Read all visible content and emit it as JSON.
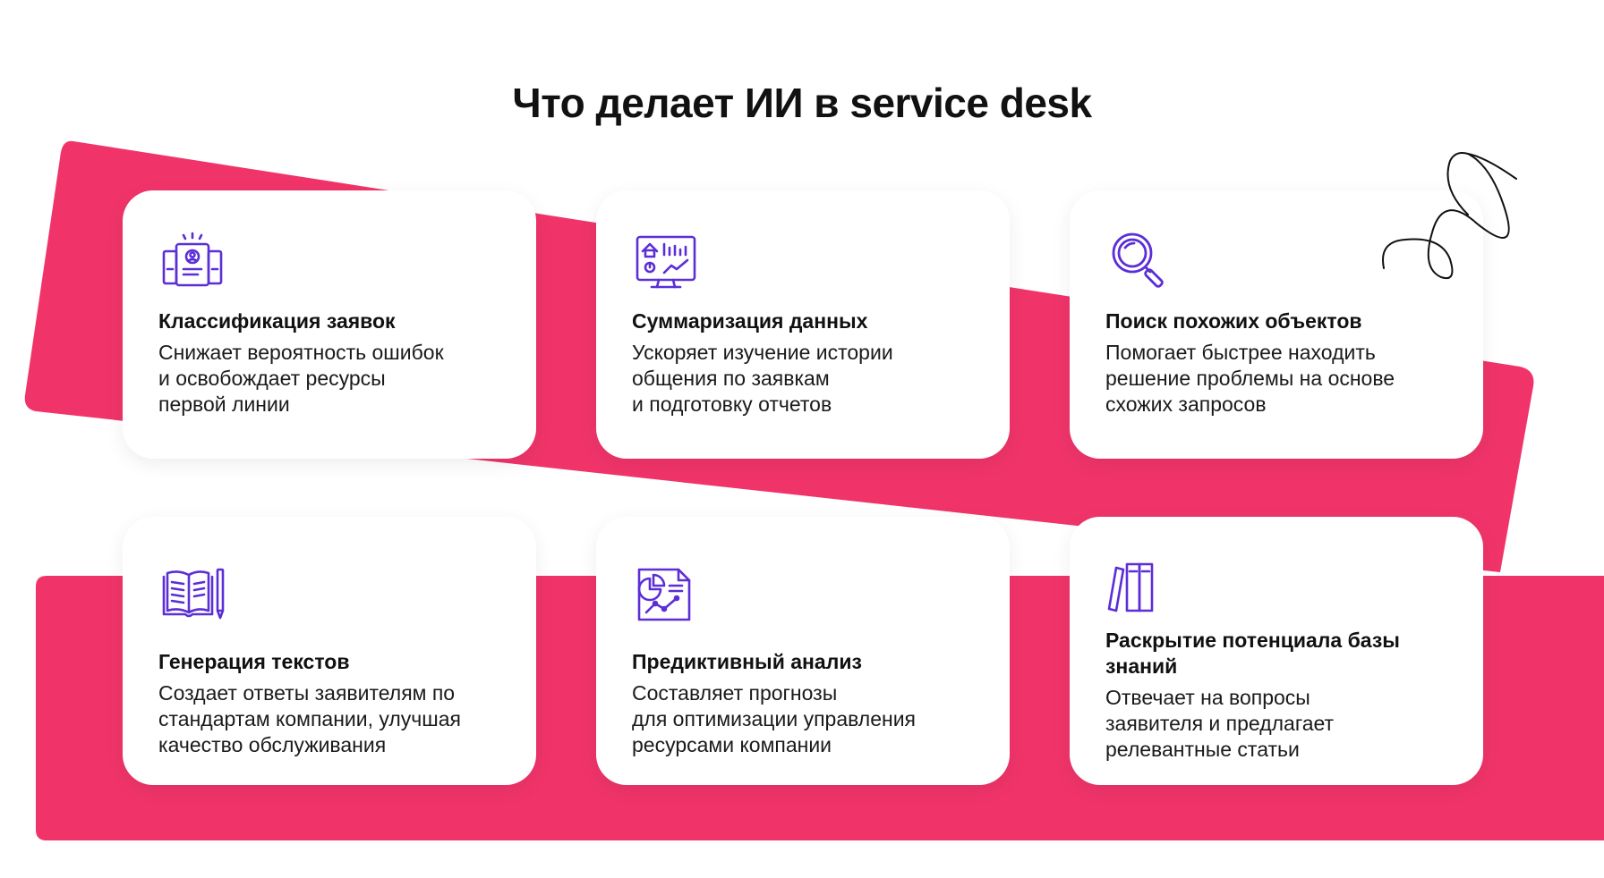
{
  "page": {
    "title": "Что делает ИИ в service desk",
    "accent_color": "#f0346a",
    "icon_color": "#5b2ed6"
  },
  "cards": [
    {
      "icon": "id-badge-icon",
      "title": "Классификация заявок",
      "description": "Снижает вероятность ошибок\nи освобождает ресурсы\nпервой линии"
    },
    {
      "icon": "dashboard-monitor-icon",
      "title": "Суммаризация данных",
      "description": "Ускоряет изучение истории\nобщения по заявкам\nи подготовку отчетов"
    },
    {
      "icon": "magnifier-icon",
      "title": "Поиск похожих объектов",
      "description": "Помогает быстрее находить\nрешение проблемы на основе\nсхожих запросов"
    },
    {
      "icon": "book-pencil-icon",
      "title": "Генерация текстов",
      "description": "Создает ответы заявителям по\nстандартам компании, улучшая\nкачество обслуживания"
    },
    {
      "icon": "report-chart-icon",
      "title": "Предиктивный анализ",
      "description": "Составляет прогнозы\nдля оптимизации управления\nресурсами компании"
    },
    {
      "icon": "books-icon",
      "title": "Раскрытие потенциала базы знаний",
      "description": "Отвечает на вопросы\nзаявителя и предлагает\nрелевантные статьи"
    }
  ]
}
